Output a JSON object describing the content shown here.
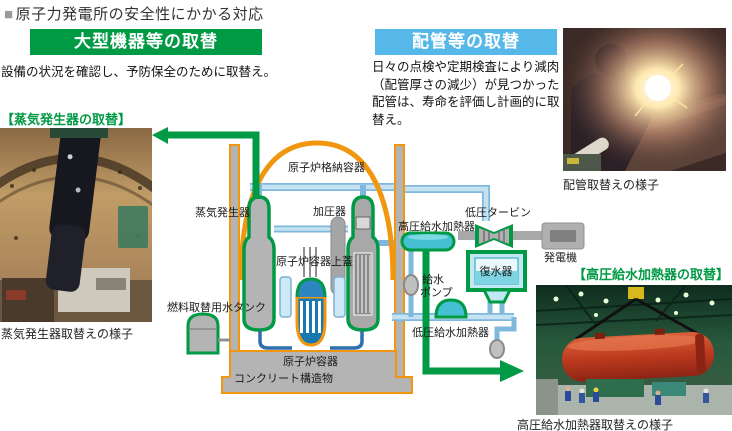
{
  "page": {
    "title_marker": "■",
    "title": "原子力発電所の安全性にかかる対応"
  },
  "left_section": {
    "banner": "大型機器等の取替",
    "description": "設備の状況を確認し、予防保全のために取替え。",
    "photo_header": "【蒸気発生器の取替】",
    "photo_caption": "蒸気発生器取替えの様子"
  },
  "right_section": {
    "banner": "配管等の取替",
    "description": "日々の点検や定期検査により減肉（配管厚さの減少）が見つかった配管は、寿命を評価し計画的に取替え。",
    "photo_caption": "配管取替えの様子"
  },
  "bottom_right_section": {
    "photo_header": "【高圧給水加熱器の取替】",
    "photo_caption": "高圧給水加熱器取替えの様子"
  },
  "diagram": {
    "labels": {
      "containment": "原子炉格納容器",
      "steam_generator": "蒸気発生器",
      "pressurizer": "加圧器",
      "reactor_vessel_head": "原子炉容器上蓋",
      "hp_feedwater_heater": "高圧給水加熱器",
      "lp_turbine": "低圧タービン",
      "generator": "発電機",
      "condenser": "復水器",
      "pump_line1": "給水",
      "pump_line2": "ポンプ",
      "refueling_water_tank": "燃料取替用水タンク",
      "lp_feedwater_heater": "低圧給水加熱器",
      "reactor_vessel": "原子炉容器",
      "concrete_structure": "コンクリート構造物"
    }
  },
  "colors": {
    "banner_green": "#009944",
    "banner_blue": "#55b8e8",
    "diagram_green": "#009944",
    "diagram_orange": "#f0960f",
    "pipe_blue": "#7fb8dc",
    "component_teal": "#45c0d2"
  }
}
